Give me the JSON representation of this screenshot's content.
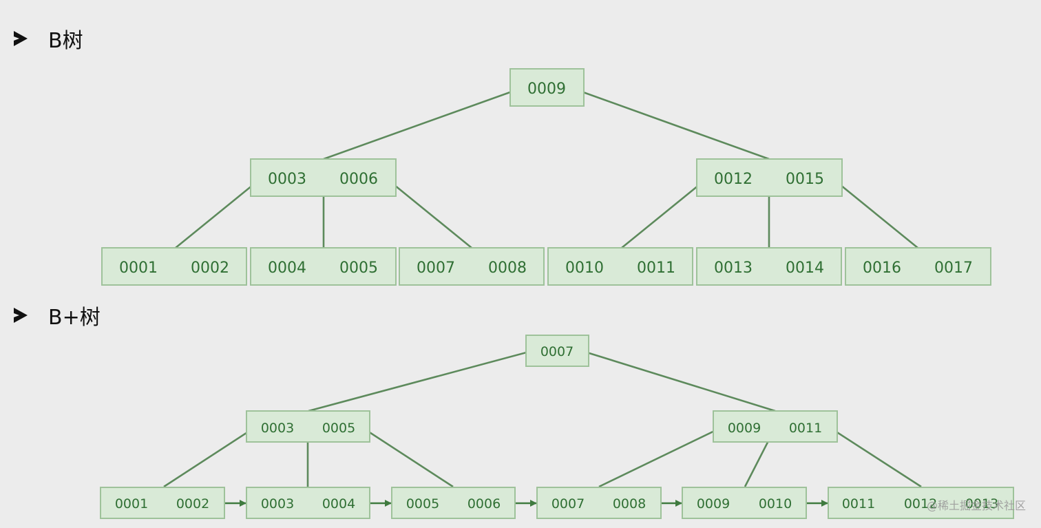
{
  "headings": {
    "btree": "B树",
    "bplus": "B+树"
  },
  "btree": {
    "root": [
      "0009"
    ],
    "internal": [
      [
        "0003",
        "0006"
      ],
      [
        "0012",
        "0015"
      ]
    ],
    "leaves": [
      [
        "0001",
        "0002"
      ],
      [
        "0004",
        "0005"
      ],
      [
        "0007",
        "0008"
      ],
      [
        "0010",
        "0011"
      ],
      [
        "0013",
        "0014"
      ],
      [
        "0016",
        "0017"
      ]
    ]
  },
  "bplus": {
    "root": [
      "0007"
    ],
    "internal": [
      [
        "0003",
        "0005"
      ],
      [
        "0009",
        "0011"
      ]
    ],
    "leaves": [
      [
        "0001",
        "0002"
      ],
      [
        "0003",
        "0004"
      ],
      [
        "0005",
        "0006"
      ],
      [
        "0007",
        "0008"
      ],
      [
        "0009",
        "0010"
      ],
      [
        "0011",
        "0012",
        "0013"
      ]
    ]
  },
  "colors": {
    "node_fill": "#d9ead7",
    "node_border": "#9ec29a",
    "node_text": "#2f6f33",
    "edge": "#5d8a5c"
  },
  "watermark": "@稀土掘金技术社区"
}
